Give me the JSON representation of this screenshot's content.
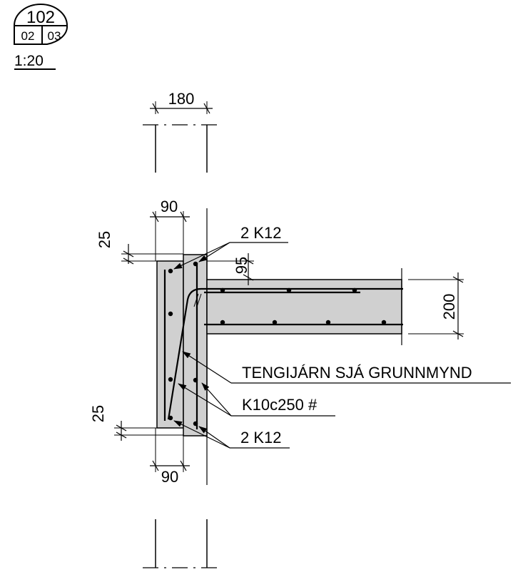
{
  "detail_marker": {
    "number": "102",
    "sheet_left": "02",
    "sheet_right": "03",
    "scale": "1:20"
  },
  "dimensions": {
    "wall_total": "180",
    "wall_upper_width": "90",
    "top_offset": "25",
    "slab_top_offset": "95",
    "slab_thickness": "200",
    "bottom_offset": "25",
    "wall_lower_width": "90"
  },
  "labels": {
    "rebar_top": "2 K12",
    "tie_bars": "TENGIJÁRN SJÁ GRUNNMYND",
    "mesh": "K10c250 #",
    "rebar_bottom": "2 K12"
  },
  "colors": {
    "concrete_fill": "#d0d0d0",
    "line": "#000000"
  }
}
